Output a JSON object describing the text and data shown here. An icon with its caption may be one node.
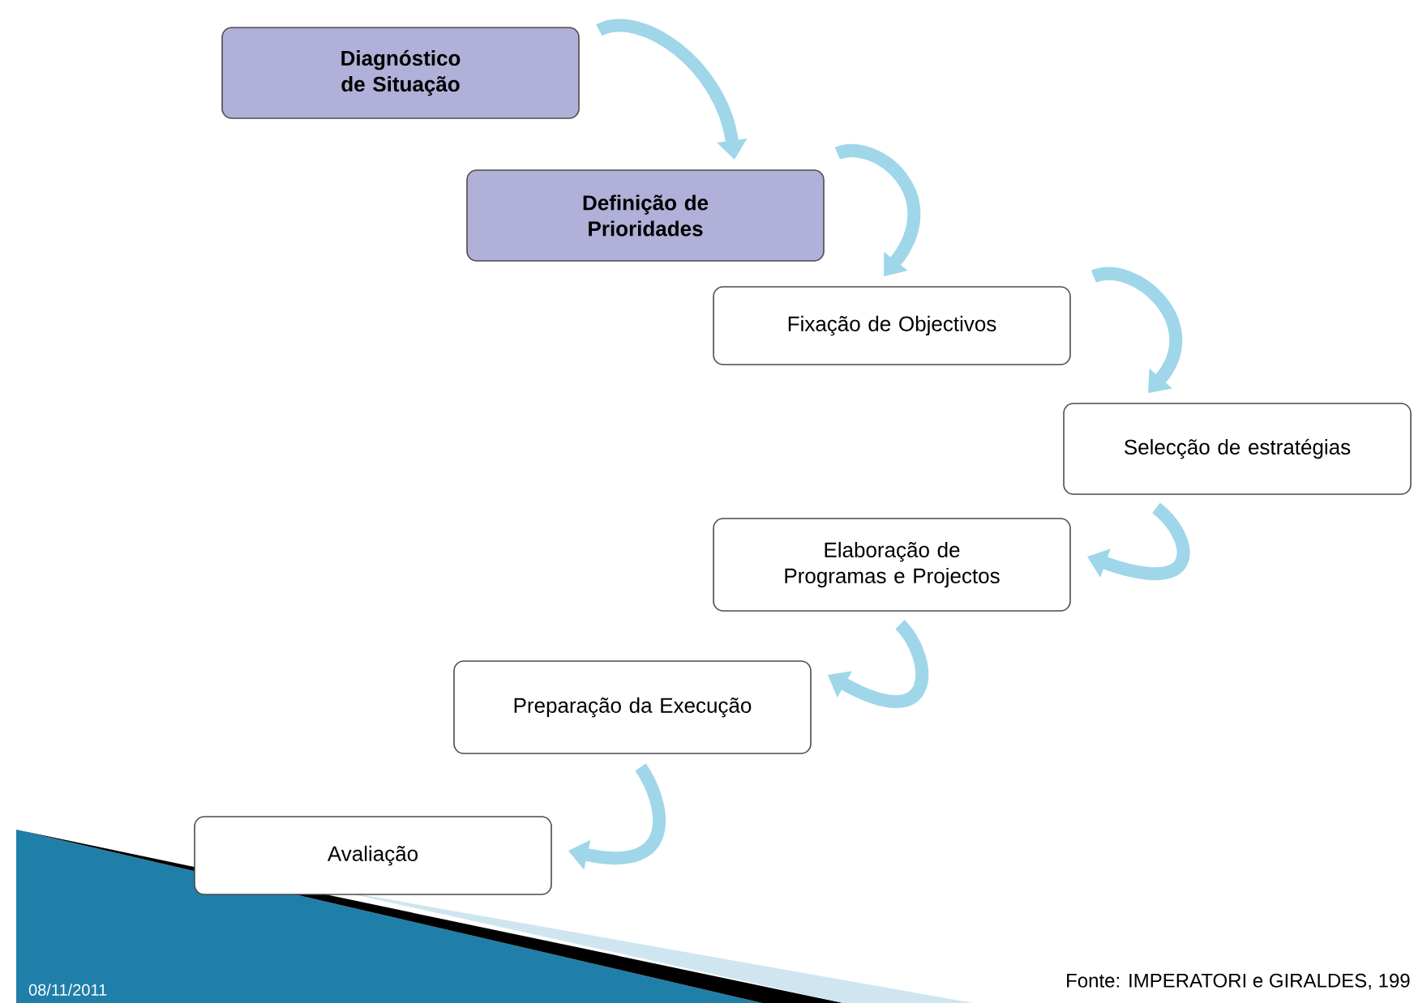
{
  "diagram": {
    "nodes": [
      {
        "text": [
          "Diagnóstico de Situação"
        ]
      },
      {
        "text": [
          "Definição de Prioridades"
        ]
      },
      {
        "text": [
          "Fixação de Objectivos"
        ]
      },
      {
        "text": [
          "Selecção de estratégias"
        ]
      },
      {
        "text": [
          "Elaboração de Programas e Projectos"
        ]
      },
      {
        "text": [
          "Preparação da Execução"
        ]
      },
      {
        "text": [
          "Avaliação"
        ]
      }
    ],
    "edges": [
      {
        "from": 0,
        "to": 1,
        "arrow": "to"
      },
      {
        "from": 1,
        "to": 2,
        "arrow": "to"
      },
      {
        "from": 2,
        "to": 3,
        "arrow": "to"
      },
      {
        "from": 3,
        "to": 4,
        "arrow": "to"
      },
      {
        "from": 4,
        "to": 5,
        "arrow": "to"
      },
      {
        "from": 5,
        "to": 6,
        "arrow": "to"
      }
    ],
    "labels": [
      "08/11/2011",
      "Fonte: IMPERATORI e GIRALDES, 199"
    ]
  }
}
